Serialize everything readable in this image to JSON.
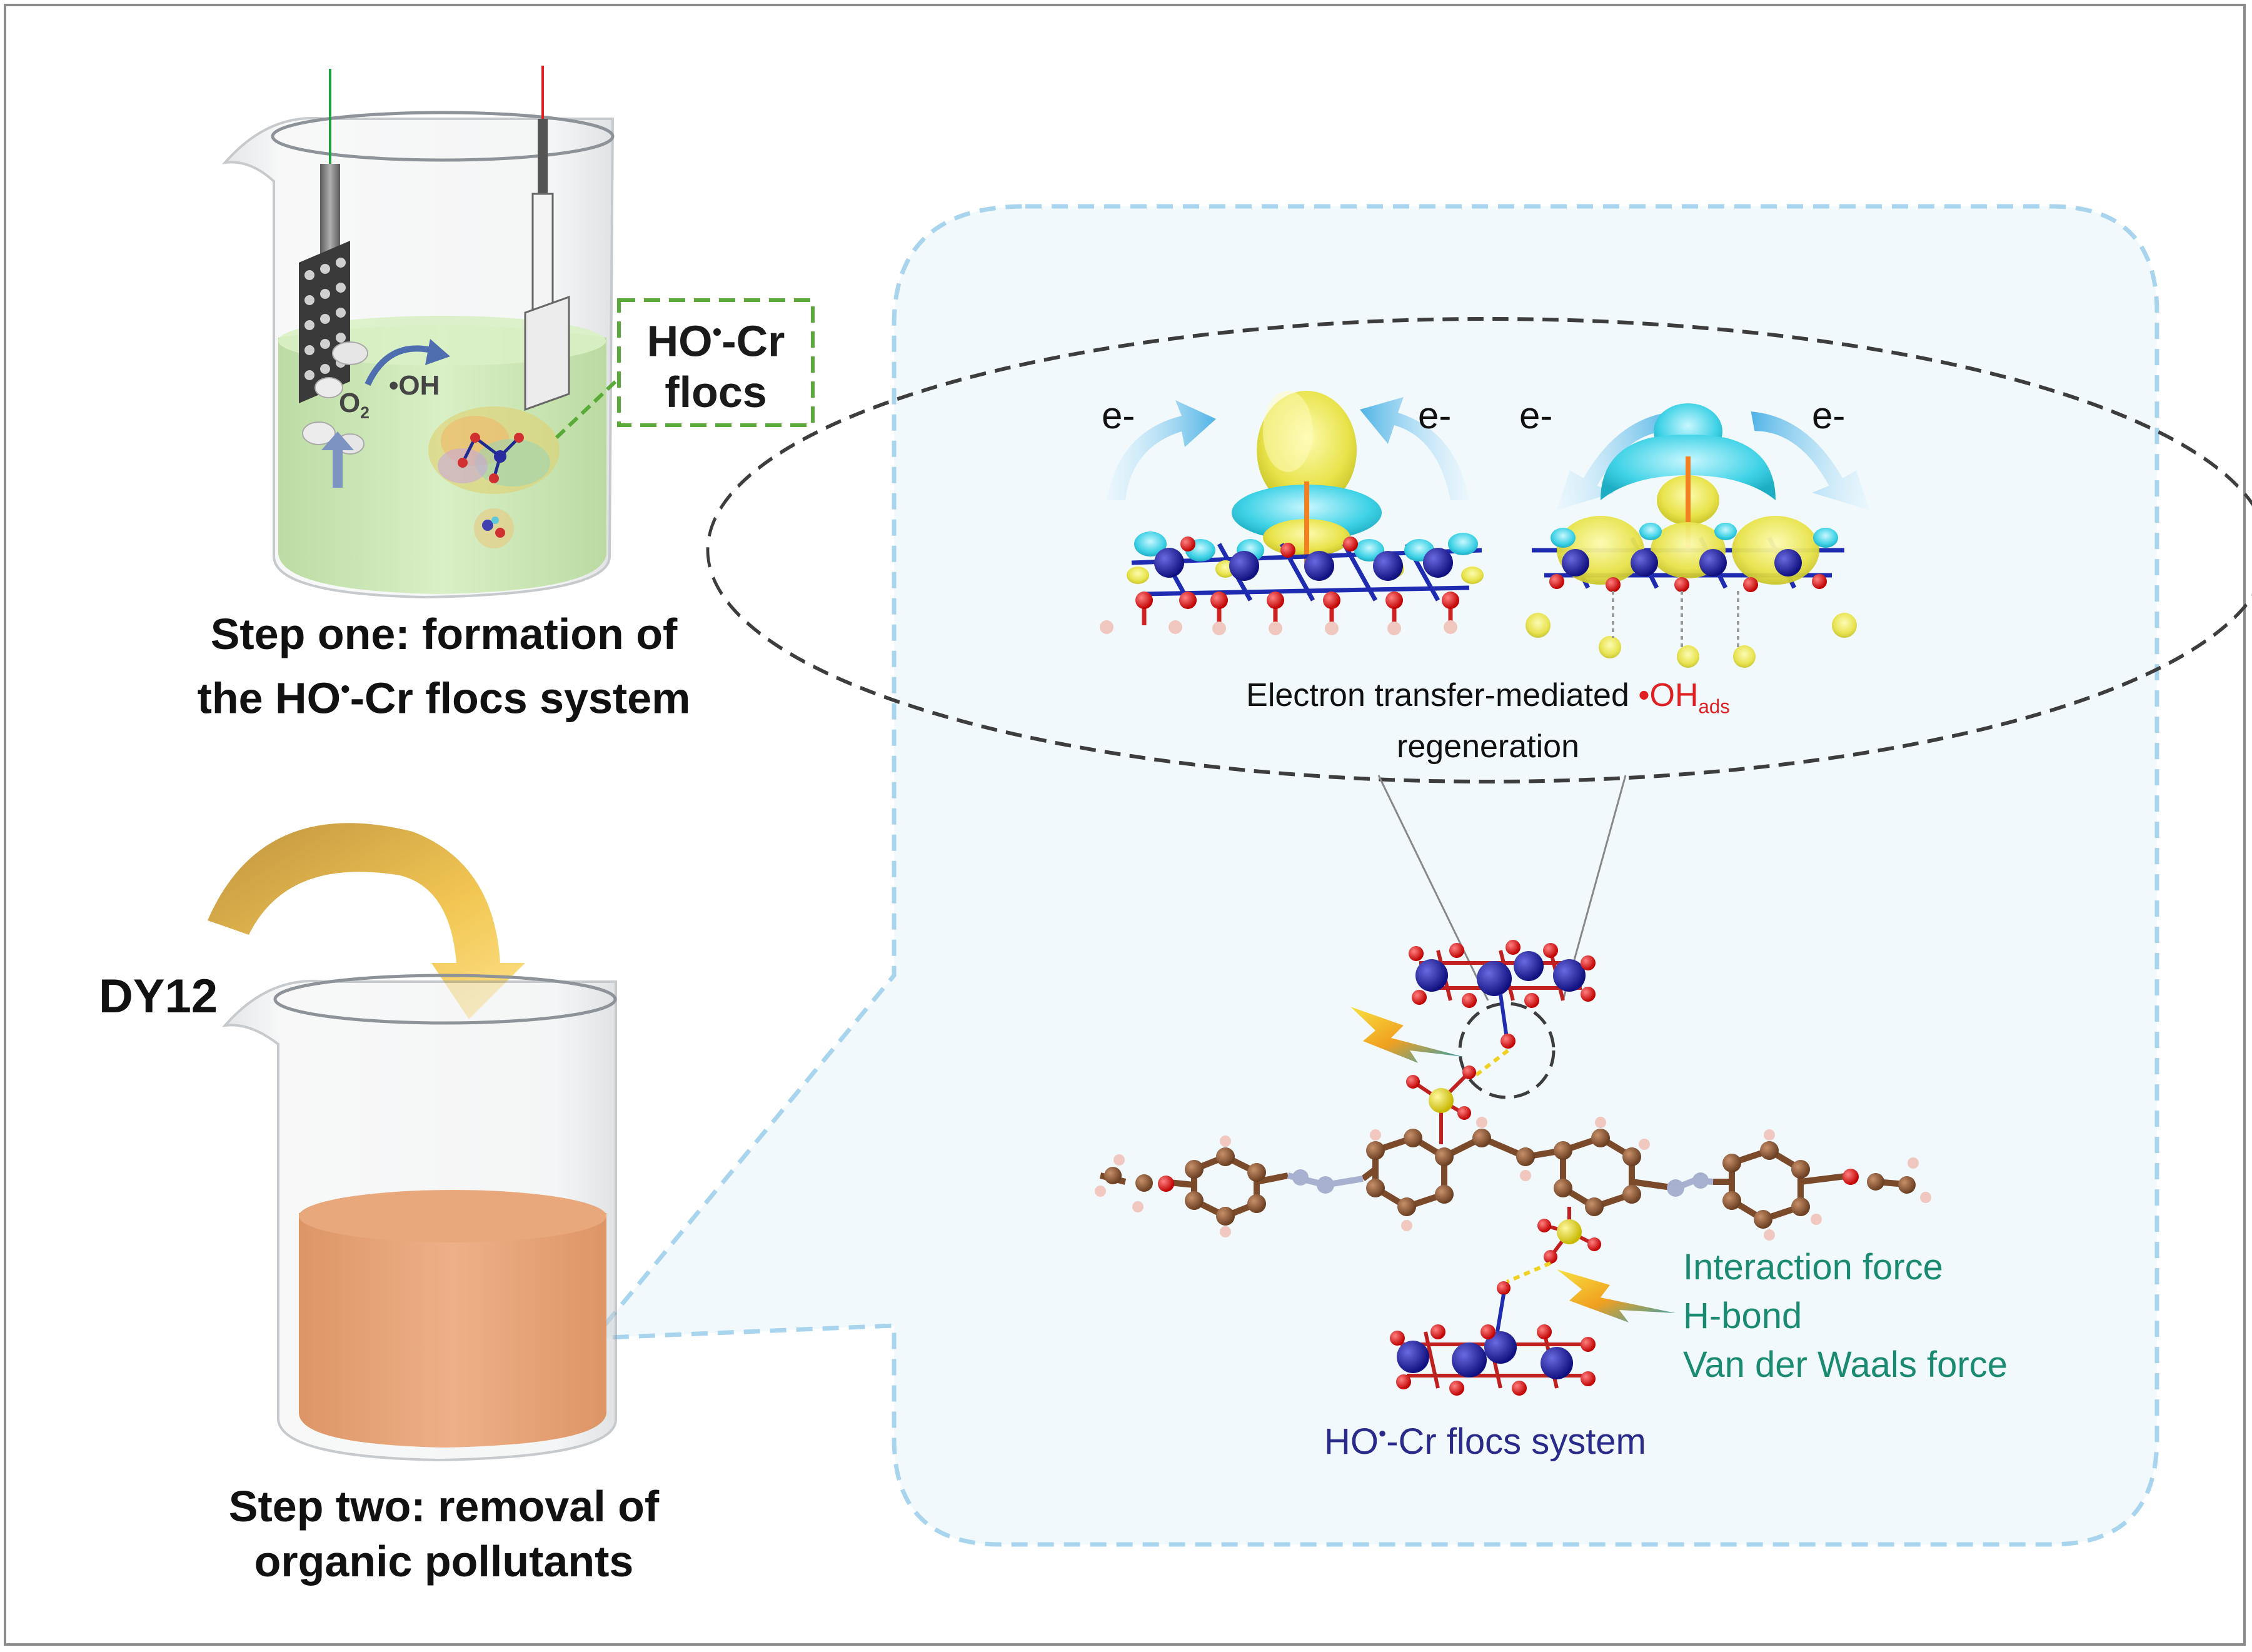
{
  "step_one": {
    "caption_line1": "Step one: formation of",
    "caption_line2_pre": "the HO",
    "caption_line2_sup": "•",
    "caption_line2_post": "-Cr flocs system"
  },
  "step_two": {
    "caption_line1": "Step two: removal of",
    "caption_line2": "organic pollutants"
  },
  "flocs_box": {
    "line1_pre": "HO",
    "line1_sup": "•",
    "line1_post": "-Cr",
    "line2": "flocs"
  },
  "beaker1_labels": {
    "oh": "•OH",
    "o2_main": "O",
    "o2_sub": "2"
  },
  "dy12_label": "DY12",
  "electron_label": "e-",
  "ellipse_caption": {
    "line1_pre": "Electron transfer-mediated ",
    "line1_red": "•OH",
    "line1_sub": "ads",
    "line2": "regeneration"
  },
  "interaction_list": [
    "Interaction force",
    "H-bond",
    "Van der Waals force"
  ],
  "system_label": {
    "pre": "HO",
    "sup": "•",
    "post": "-Cr flocs system"
  },
  "colors": {
    "green_text": "#1a8a70",
    "navy_text": "#2a2a8a",
    "red_text": "#e02020",
    "dashed_blue": "#a8d4ee",
    "panel_fill": "#f2f9fd",
    "flocs_dash": "#5aaa3a",
    "orange_liquid": "#e9a87c",
    "green_liquid": "#cfe9b4"
  }
}
